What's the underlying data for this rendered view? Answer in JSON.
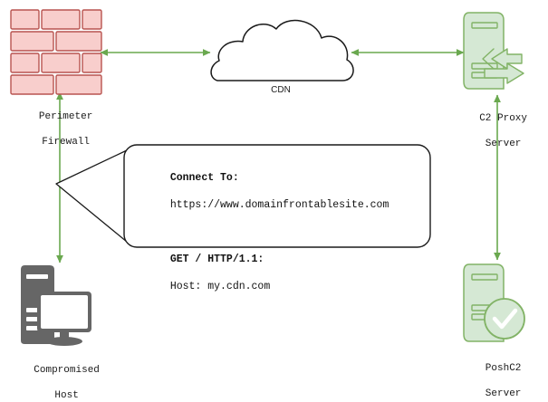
{
  "diagram": {
    "title": "Domain Fronting C2 Network Diagram",
    "background": "#ffffff",
    "colors": {
      "green_fill": "#d5e8d4",
      "green_stroke": "#82b366",
      "red_fill": "#f8cecc",
      "red_stroke": "#b85450",
      "gray_fill": "#666666",
      "arrow_green": "#6aa84f",
      "line_black": "#000000"
    }
  },
  "nodes": {
    "firewall": {
      "label_line1": "Perimeter",
      "label_line2": "Firewall",
      "icon": "brick-wall-icon"
    },
    "cdn": {
      "label": "CDN",
      "icon": "cloud-icon"
    },
    "proxy": {
      "label_line1": "C2 Proxy",
      "label_line2": "Server",
      "icon": "proxy-server-icon"
    },
    "host": {
      "label_line1": "Compromised",
      "label_line2": "Host",
      "icon": "desktop-computer-icon"
    },
    "poshc2": {
      "label_line1": "PoshC2",
      "label_line2": "Server",
      "icon": "server-check-icon"
    }
  },
  "callout": {
    "line1": "Connect To:",
    "line2": "https://www.domainfrontablesite.com",
    "line3": "GET / HTTP/1.1:",
    "line4": "Host: my.cdn.com"
  },
  "connections": [
    {
      "name": "firewall-cdn",
      "type": "bidirectional"
    },
    {
      "name": "cdn-proxy",
      "type": "bidirectional"
    },
    {
      "name": "firewall-host",
      "type": "bidirectional"
    },
    {
      "name": "proxy-poshc2",
      "type": "bidirectional"
    }
  ]
}
